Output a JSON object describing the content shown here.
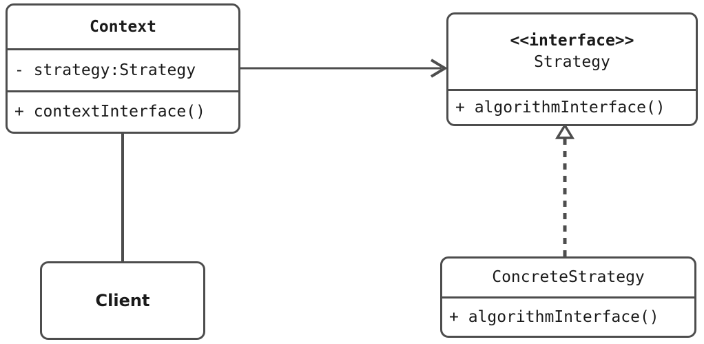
{
  "diagram": {
    "type": "uml-class-diagram",
    "pattern": "Strategy",
    "background_color": "#ffffff",
    "line_color": "#4d4d4d",
    "text_color": "#1a1a1a"
  },
  "classes": {
    "context": {
      "name": "Context",
      "attribute": "- strategy:Strategy",
      "operation": "+ contextInterface()"
    },
    "strategy": {
      "stereotype": "<<interface>>",
      "name": "Strategy",
      "operation": "+ algorithmInterface()"
    },
    "client": {
      "name": "Client"
    },
    "concrete_strategy": {
      "name": "ConcreteStrategy",
      "operation": "+ algorithmInterface()"
    }
  },
  "relationships": {
    "context_to_strategy": {
      "kind": "association",
      "line_style": "solid",
      "arrowhead": "open-arrow",
      "from": "Context",
      "to": "Strategy"
    },
    "client_to_context": {
      "kind": "association",
      "line_style": "solid",
      "arrowhead": "none",
      "from": "Client",
      "to": "Context"
    },
    "concrete_to_strategy": {
      "kind": "realization",
      "line_style": "dashed",
      "arrowhead": "hollow-triangle",
      "from": "ConcreteStrategy",
      "to": "Strategy"
    }
  }
}
